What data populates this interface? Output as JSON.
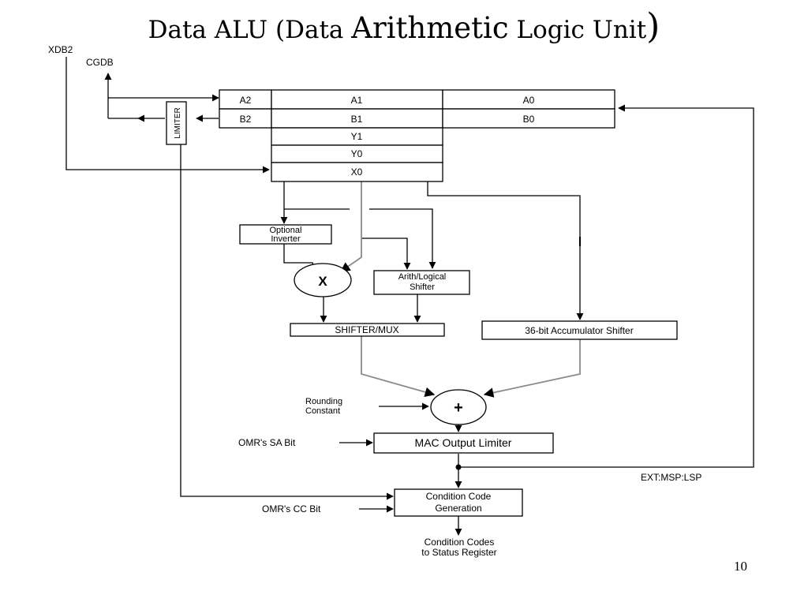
{
  "title": {
    "part1": "Data ALU (Data ",
    "part2": "Arithmetic",
    "part3": " Logic Unit",
    "part4": ")"
  },
  "page_number": "10",
  "diagram": {
    "inputs": {
      "xdb2": "XDB2",
      "cgdb": "CGDB"
    },
    "registers": {
      "a2": "A2",
      "a1": "A1",
      "a0": "A0",
      "b2": "B2",
      "b1": "B1",
      "b0": "B0",
      "y1": "Y1",
      "y0": "Y0",
      "x0": "X0"
    },
    "limiter": "LIMITER",
    "optional_inverter": [
      "Optional",
      "Inverter"
    ],
    "multiplier": "X",
    "arith_shifter": [
      "Arith/Logical",
      "Shifter"
    ],
    "shifter_mux": "SHIFTER/MUX",
    "accumulator_shifter": "36-bit Accumulator Shifter",
    "rounding_constant": [
      "Rounding",
      "Constant"
    ],
    "adder": "+",
    "omr_sa_bit": "OMR's SA Bit",
    "mac_output_limiter": "MAC Output Limiter",
    "ext_msp_lsp": "EXT:MSP:LSP",
    "omr_cc_bit": "OMR's CC Bit",
    "condition_code_generation": [
      "Condition Code",
      "Generation"
    ],
    "condition_codes_output": [
      "Condition Codes",
      "to Status Register"
    ]
  },
  "colors": {
    "line": "#000000",
    "gray_path": "#8a8a8a"
  }
}
